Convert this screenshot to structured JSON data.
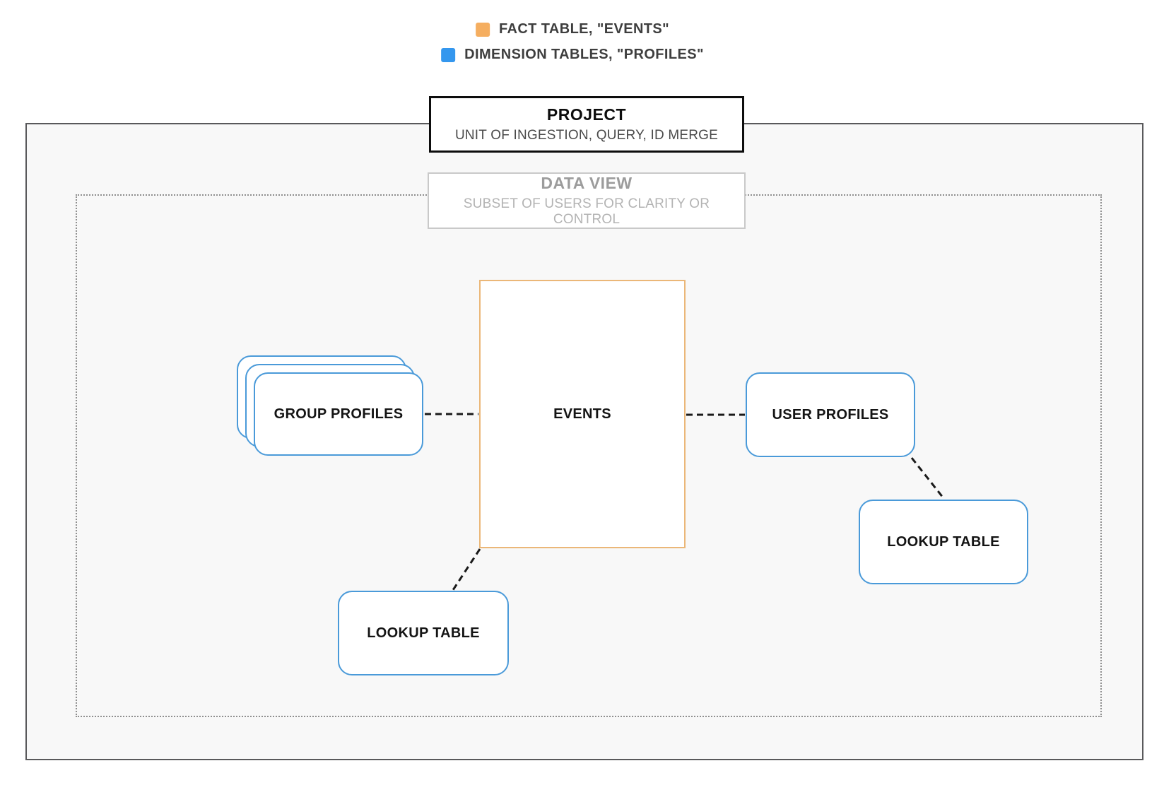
{
  "legend": {
    "items": [
      {
        "id": "fact",
        "label": "FACT TABLE, \"EVENTS\"",
        "color": "#F5AE60"
      },
      {
        "id": "dimension",
        "label": "DIMENSION TABLES, \"PROFILES\"",
        "color": "#3497EE"
      }
    ]
  },
  "project_box": {
    "title": "PROJECT",
    "subtitle": "UNIT OF INGESTION, QUERY, ID MERGE"
  },
  "data_view_box": {
    "title": "DATA VIEW",
    "subtitle": "SUBSET OF USERS FOR CLARITY OR CONTROL"
  },
  "diagram": {
    "group_profiles_label": "GROUP PROFILES",
    "events_label": "EVENTS",
    "user_profiles_label": "USER PROFILES",
    "lookup_table_bottom_label": "LOOKUP TABLE",
    "lookup_table_right_label": "LOOKUP TABLE"
  },
  "colors": {
    "fact_orange": "#F5AE60",
    "dimension_blue": "#3497EE",
    "events_border_orange": "#EBB778",
    "node_border_blue": "#4A9AD9",
    "connector_black": "#1A1A1A",
    "outer_border_gray": "#59595B",
    "outer_background": "#F8F8F8",
    "dotted_border_gray": "#8F8F8F",
    "data_view_border_gray": "#C9C9C9"
  }
}
